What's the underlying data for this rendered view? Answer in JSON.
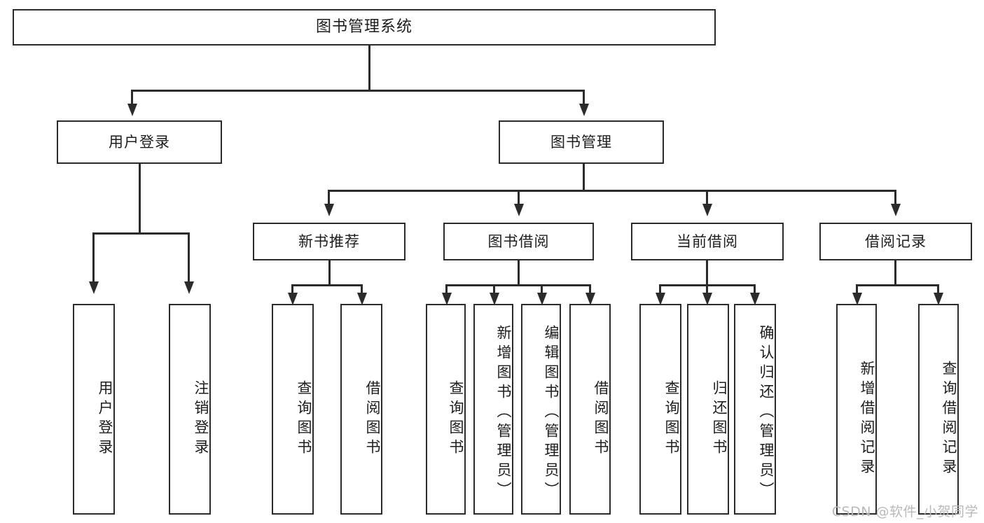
{
  "diagram": {
    "type": "tree",
    "title": "图书管理系统",
    "root": {
      "label": "图书管理系统"
    },
    "level2": [
      {
        "label": "用户登录"
      },
      {
        "label": "图书管理"
      }
    ],
    "level3": [
      {
        "label": "新书推荐"
      },
      {
        "label": "图书借阅"
      },
      {
        "label": "当前借阅"
      },
      {
        "label": "借阅记录"
      }
    ],
    "leaves": {
      "user_login": [
        {
          "label": "用户登录"
        },
        {
          "label": "注销登录"
        }
      ],
      "new_book_recommend": [
        {
          "label": "查询图书"
        },
        {
          "label": "借阅图书"
        }
      ],
      "book_borrow": [
        {
          "label": "查询图书"
        },
        {
          "label": "新增图书（管理员）"
        },
        {
          "label": "编辑图书（管理员）"
        },
        {
          "label": "借阅图书"
        }
      ],
      "current_borrow": [
        {
          "label": "查询图书"
        },
        {
          "label": "归还图书"
        },
        {
          "label": "确认归还（管理员）"
        }
      ],
      "borrow_record": [
        {
          "label": "新增借阅记录"
        },
        {
          "label": "查询借阅记录"
        }
      ]
    }
  },
  "watermark": {
    "text": "CSDN @软件_小贺同学"
  },
  "colors": {
    "stroke": "#2b2b2b",
    "text": "#1d1d1d",
    "background": "#ffffff",
    "watermark": "#b9b9b9"
  }
}
